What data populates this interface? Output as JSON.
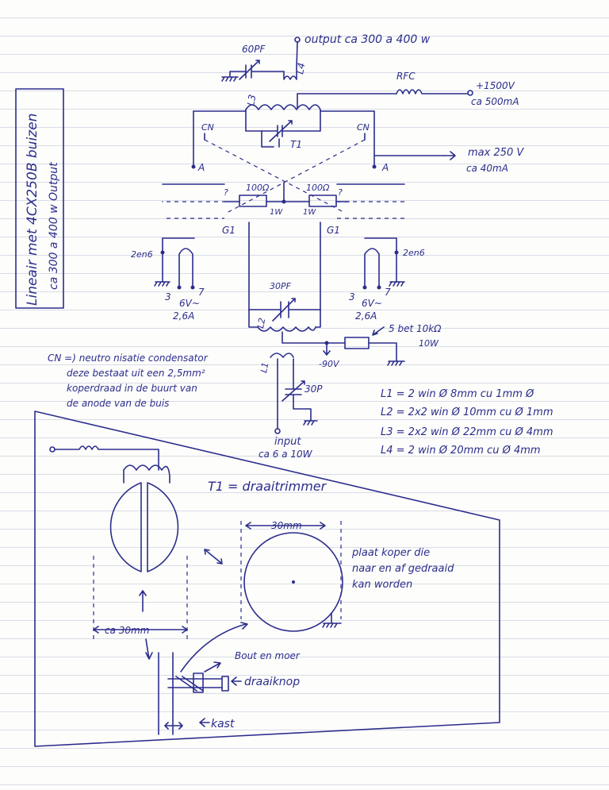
{
  "title_box": {
    "line1": "Lineair met 4CX250B buizen",
    "line2": "ca 300 a 400 w Output"
  },
  "labels": {
    "output": "output ca 300 a 400 w",
    "cap_60pf": "60PF",
    "l4_top": "L4",
    "rfc": "RFC",
    "hv": "+1500V",
    "hv_current": "ca 500mA",
    "l3": "L3",
    "t1": "T1",
    "cn_left": "CN",
    "cn_right": "CN",
    "anode_left": "A",
    "anode_right": "A",
    "screen_v": "max 250 V",
    "screen_i": "ca 40mA",
    "res_left": "100Ω",
    "res_right": "100Ω",
    "res_left_w": "1W",
    "res_right_w": "1W",
    "g1_left": "G1",
    "g1_right": "G1",
    "pin_left": "2en6",
    "pin_right": "2en6",
    "pin3_left": "3",
    "pin7_left": "7",
    "pin3_right": "3",
    "pin7_right": "7",
    "fil_v_left": "6V~",
    "fil_i_left": "2,6A",
    "fil_v_right": "6V~",
    "fil_i_right": "2,6A",
    "cap_30pf": "30PF",
    "l2": "L2",
    "bias": "-90V",
    "load_res": "5 bet 10kΩ",
    "load_res_w": "10W",
    "l1": "L1",
    "cap_30p": "30P",
    "input": "input",
    "input_power": "ca 6 a 10W"
  },
  "notes": {
    "cn_line1": "CN =) neutro nisatie condensator",
    "cn_line2": "deze bestaat uit een 2,5mm²",
    "cn_line3": "koperdraad in de buurt van",
    "cn_line4": "de anode van de buis"
  },
  "coils": {
    "l1": "L1 = 2 win Ø 8mm cu 1mm Ø",
    "l2": "L2 = 2x2 win Ø 10mm cu Ø 1mm",
    "l3": "L3 = 2x2 win Ø 22mm cu Ø 4mm",
    "l4": "L4 = 2 win Ø 20mm cu Ø 4mm"
  },
  "trimmer": {
    "t1_def": "T1 = draaitrimmer",
    "dim_30mm": "30mm",
    "dim_ca30mm": "ca 30mm",
    "plate_line1": "plaat koper die",
    "plate_line2": "naar en af gedraaid",
    "plate_line3": "kan worden",
    "bout": "Bout en moer",
    "knop": "draaiknop",
    "kast": "kast"
  },
  "colors": {
    "ink": "#2b2d8c",
    "paper": "#fdfdfb",
    "rule": "#d9dce8"
  }
}
